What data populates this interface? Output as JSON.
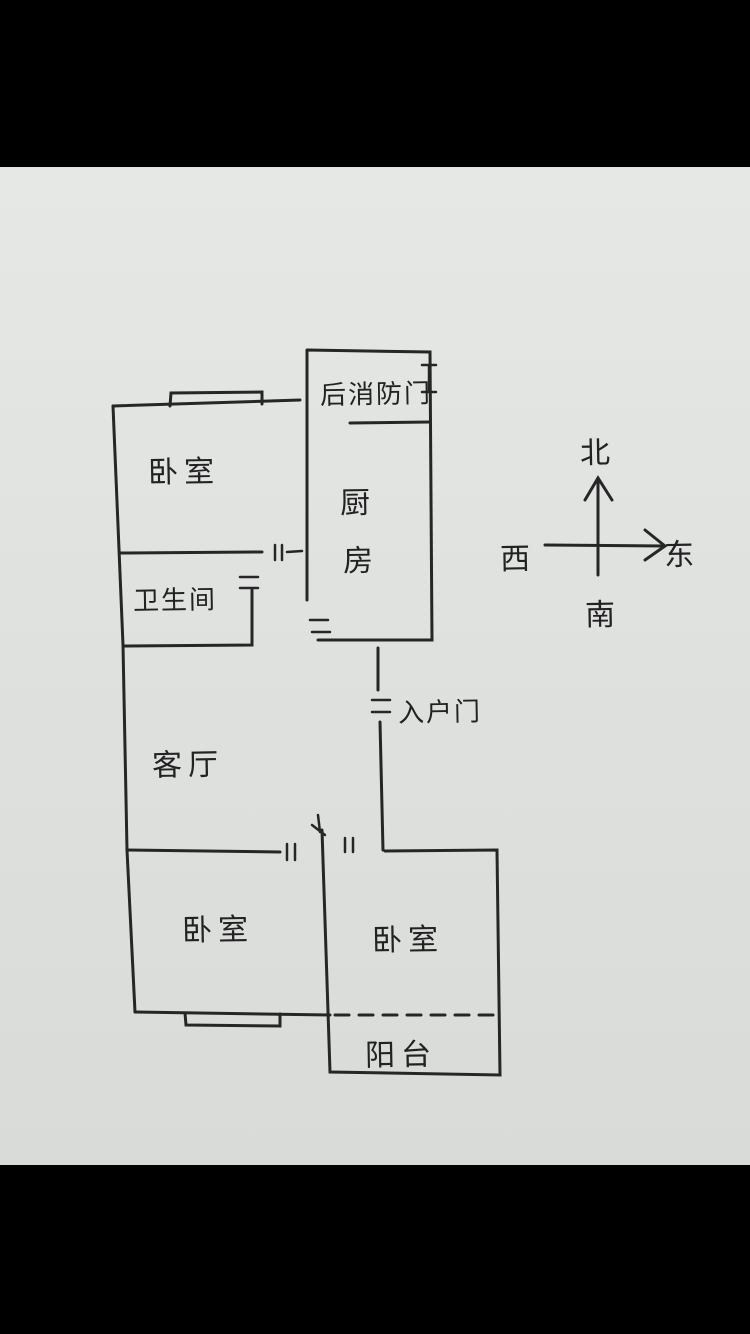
{
  "rooms": {
    "bedroom_nw": "卧室",
    "kitchen_1": "厨",
    "kitchen_2": "房",
    "back_door": "后消防门",
    "bathroom": "卫生间",
    "entrance": "入户门",
    "living_room": "客厅",
    "bedroom_sw": "卧室",
    "bedroom_se": "卧室",
    "balcony": "阳台"
  },
  "compass": {
    "north": "北",
    "south": "南",
    "east": "东",
    "west": "西"
  },
  "colors": {
    "ink": "#222222",
    "paper": "#e2e4e2",
    "frame": "#000000"
  }
}
